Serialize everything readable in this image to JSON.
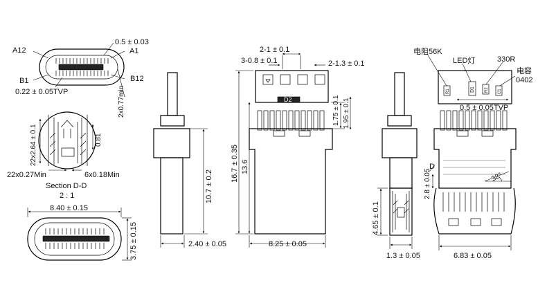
{
  "labels": {
    "pin_a12": "A12",
    "pin_a1": "A1",
    "pin_b1": "B1",
    "pin_b12": "B12",
    "dim_pitch": "0.5 ± 0.03",
    "dim_contact": "0.22 ± 0.05TVP",
    "dim_2x077": "2x0.77min",
    "dim_22x264": "22x2.64 ± 0.1",
    "dim_081": "0.81",
    "dim_22x027": "22x0.27Min",
    "dim_6x018": "6x0.18Min",
    "section_title": "Section D-D",
    "section_scale": "2 : 1",
    "dim_840": "8.40 ± 0.15",
    "dim_375": "3.75 ± 0.15",
    "dim_107": "10.7 ± 0.2",
    "dim_240": "2.40 ± 0.05",
    "dim_2_1": "2-1 ± 0.1",
    "dim_3_08": "3-0.8 ± 0.1",
    "dim_2_13": "2-1.3 ± 0.1",
    "part_d2": "D2",
    "dim_175": "1.75 ± 0.1",
    "dim_195": "1.95 ± 0.1",
    "dim_167": "16.7 ± 0.35",
    "dim_136": "13.6",
    "dim_825": "8.25 ± 0.05",
    "res_56k": "电阻56K",
    "led": "LED灯",
    "res_330r": "330R",
    "cap": "电容",
    "cap_0402": "0402",
    "dim_05_tvp": "0.5 ± 0.05TVP",
    "section_d": "D",
    "dim_28": "2.8 ± 0.05",
    "angle_32": "32°",
    "dim_465": "4.65 ± 0.1",
    "dim_13": "1.3 ± 0.05",
    "dim_683": "6.83 ± 0.05",
    "comp_r1": "R1",
    "comp_d1": "D1",
    "comp_r2": "R2",
    "comp_c1": "C1"
  }
}
